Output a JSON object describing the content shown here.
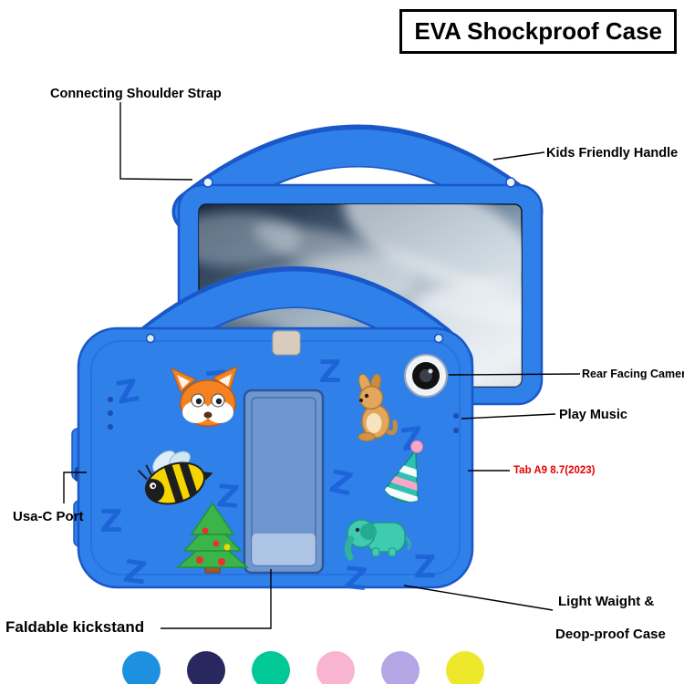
{
  "title": "EVA Shockproof Case",
  "annotations": {
    "shoulder_strap": "Connecting Shoulder Strap",
    "handle": "Kids Friendly Handle",
    "camera": "Rear Facing Camera",
    "play_music": "Play Music",
    "model": "Tab A9 8.7(2023)",
    "usb_port": "Usa-C Port",
    "kickstand": "Faldable kickstand",
    "durability_line1": "Light Waight &",
    "durability_line2": "Deop-proof Case"
  },
  "case": {
    "deco_letter": "Z",
    "color_blue": "#2f80e8",
    "color_blue_dark": "#1a57c8",
    "model_label_color": "#e60000"
  },
  "swatches": [
    {
      "name": "blue",
      "hex": "#1e90e0"
    },
    {
      "name": "navy",
      "hex": "#28285e"
    },
    {
      "name": "teal",
      "hex": "#00c896"
    },
    {
      "name": "pink",
      "hex": "#f8b4d0"
    },
    {
      "name": "lavender",
      "hex": "#b4a6e4"
    },
    {
      "name": "yellow",
      "hex": "#eee82c"
    }
  ]
}
